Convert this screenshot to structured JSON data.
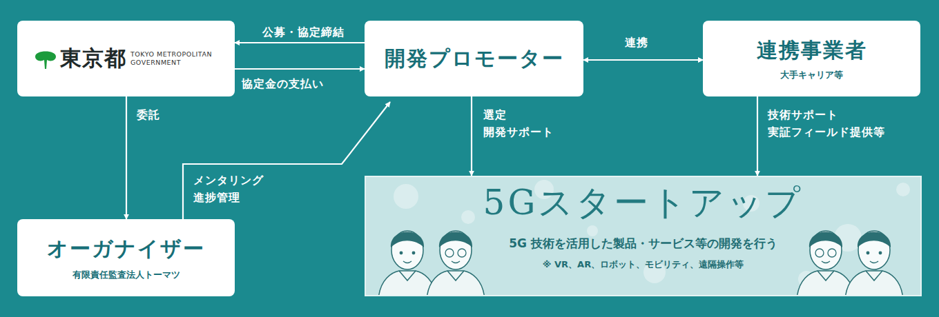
{
  "diagram": {
    "nodes": [
      {
        "text": [
          "東京都",
          "TOKYO METROPOLITAN GOVERNMENT"
        ]
      },
      {
        "text": [
          "開発プロモーター"
        ]
      },
      {
        "text": [
          "連携事業者",
          "大手キャリア等"
        ]
      },
      {
        "text": [
          "オーガナイザー",
          "有限責任監査法人トーマツ"
        ]
      },
      {
        "text": [
          "5Gスタートアップ",
          "5G 技術を活用した製品・サービス等の開発を行う",
          "※ VR、AR、ロボット、モビリティ、遠隔操作等"
        ]
      }
    ],
    "edges": [
      {
        "from": 1,
        "to": 0,
        "label": "公募・協定締結",
        "arrow": "to"
      },
      {
        "from": 0,
        "to": 1,
        "label": "協定金の支払い",
        "arrow": "to"
      },
      {
        "from": 1,
        "to": 2,
        "label": "連携",
        "arrow": "both"
      },
      {
        "from": 0,
        "to": 3,
        "label": "委託",
        "arrow": "to"
      },
      {
        "from": 3,
        "to": 1,
        "label": "メンタリング 進捗管理",
        "arrow": "to"
      },
      {
        "from": 1,
        "to": 4,
        "label": "選定 開発サポート",
        "arrow": "to"
      },
      {
        "from": 2,
        "to": 4,
        "label": "技術サポート 実証フィールド提供等",
        "arrow": "to"
      }
    ]
  }
}
